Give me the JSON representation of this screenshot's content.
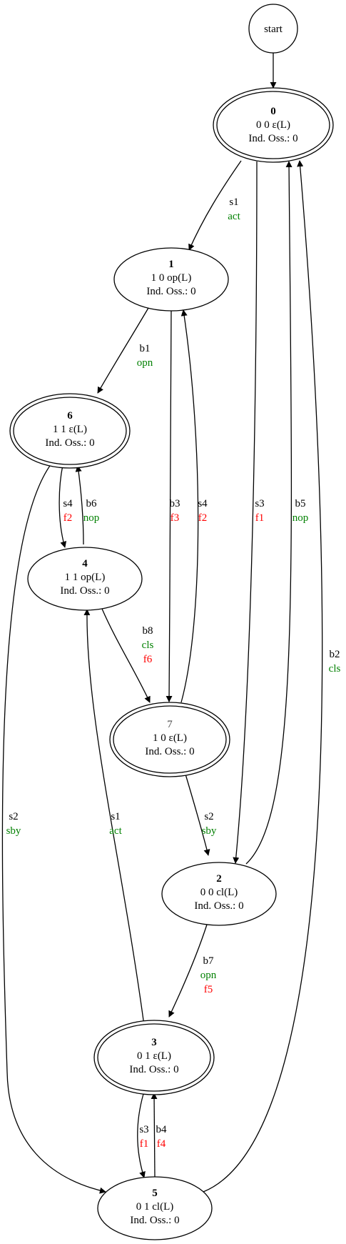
{
  "colors": {
    "green": "#008000",
    "red": "#ff0000",
    "black": "#000000"
  },
  "start_node": {
    "label": "start"
  },
  "nodes": {
    "n0": {
      "id": "0",
      "line1": "0 0 ε(L)",
      "line2": "Ind. Oss.: 0"
    },
    "n1": {
      "id": "1",
      "line1": "1 0 op(L)",
      "line2": "Ind. Oss.: 0"
    },
    "n6": {
      "id": "6",
      "line1": "1 1 ε(L)",
      "line2": "Ind. Oss.: 0"
    },
    "n4": {
      "id": "4",
      "line1": "1 1 op(L)",
      "line2": "Ind. Oss.: 0"
    },
    "n7": {
      "id": "7",
      "line1": "1 0 ε(L)",
      "line2": "Ind. Oss.: 0"
    },
    "n2": {
      "id": "2",
      "line1": "0 0 cl(L)",
      "line2": "Ind. Oss.: 0"
    },
    "n3": {
      "id": "3",
      "line1": "0 1 ε(L)",
      "line2": "Ind. Oss.: 0"
    },
    "n5": {
      "id": "5",
      "line1": "0 1 cl(L)",
      "line2": "Ind. Oss.: 0"
    }
  },
  "edges": {
    "e0_1": {
      "event": "s1",
      "out1": "act",
      "out2": ""
    },
    "e1_6": {
      "event": "b1",
      "out1": "opn",
      "out2": ""
    },
    "e1_7": {
      "event": "b3",
      "out1": "f3",
      "out2": ""
    },
    "e7_1": {
      "event": "s4",
      "out1": "f2",
      "out2": ""
    },
    "e0_2": {
      "event": "s3",
      "out1": "f1",
      "out2": ""
    },
    "e2_0": {
      "event": "b5",
      "out1": "nop",
      "out2": ""
    },
    "e5_0": {
      "event": "b2",
      "out1": "cls",
      "out2": ""
    },
    "e6_4": {
      "event": "s4",
      "out1": "f2",
      "out2": ""
    },
    "e4_6": {
      "event": "b6",
      "out1": "nop",
      "out2": ""
    },
    "e4_7": {
      "event": "b8",
      "out1": "cls",
      "out2": "f6"
    },
    "e6_5": {
      "event": "s2",
      "out1": "sby",
      "out2": ""
    },
    "e3_4": {
      "event": "s1",
      "out1": "act",
      "out2": ""
    },
    "e7_2": {
      "event": "s2",
      "out1": "sby",
      "out2": ""
    },
    "e2_3": {
      "event": "b7",
      "out1": "opn",
      "out2": "f5"
    },
    "e3_5": {
      "event": "s3",
      "out1": "f1",
      "out2": ""
    },
    "e5_3": {
      "event": "b4",
      "out1": "f4",
      "out2": ""
    }
  }
}
